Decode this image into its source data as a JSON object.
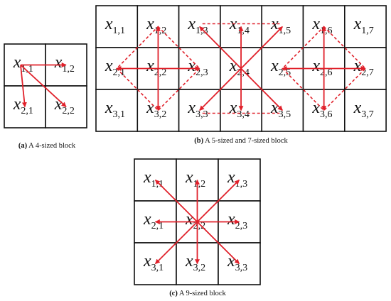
{
  "colors": {
    "arrow": "#e0202a",
    "grid": "#111111",
    "background": "#ffffff"
  },
  "variable": "x",
  "panels": [
    {
      "id": "a",
      "caption_tag": "(a)",
      "caption_text": " A 4-sized block",
      "rows": 2,
      "cols": 2,
      "labels": [
        [
          "1,1",
          "1,2"
        ],
        [
          "2,1",
          "2,2"
        ]
      ]
    },
    {
      "id": "b",
      "caption_tag": "(b)",
      "caption_text": " A 5-sized and 7-sized block",
      "rows": 3,
      "cols": 7,
      "labels": [
        [
          "1,1",
          "1,2",
          "1,3",
          "1,4",
          "1,5",
          "1,6",
          "1,7"
        ],
        [
          "2,1",
          "2,2",
          "2,3",
          "2,4",
          "2,5",
          "2,6",
          "2,7"
        ],
        [
          "3,1",
          "3,2",
          "3,3",
          "3,4",
          "3,5",
          "3,6",
          "3,7"
        ]
      ]
    },
    {
      "id": "c",
      "caption_tag": "(c)",
      "caption_text": " A 9-sized block",
      "rows": 3,
      "cols": 3,
      "labels": [
        [
          "1,1",
          "1,2",
          "1,3"
        ],
        [
          "2,1",
          "2,2",
          "2,3"
        ],
        [
          "3,1",
          "3,2",
          "3,3"
        ]
      ]
    }
  ]
}
